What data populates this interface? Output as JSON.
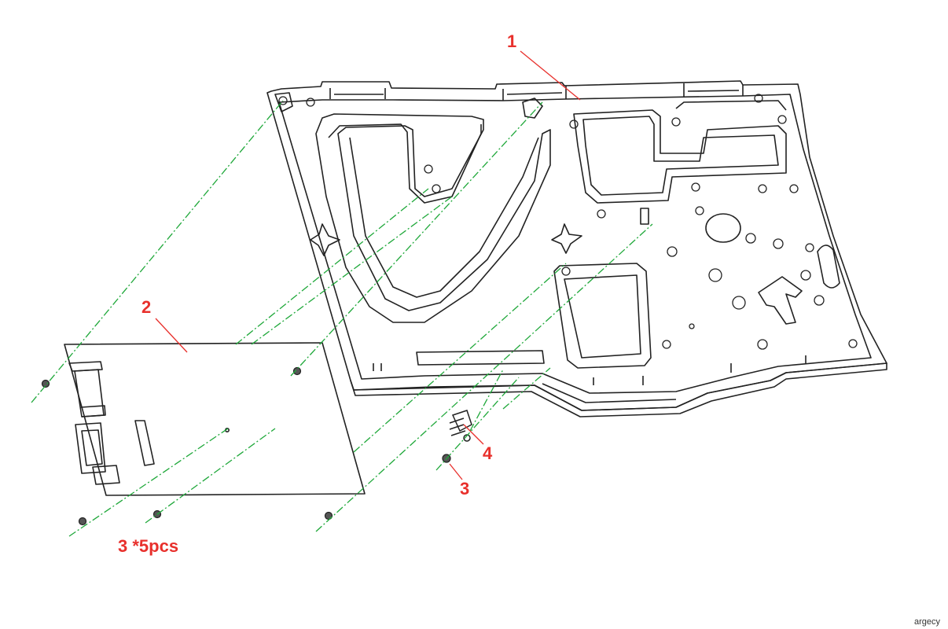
{
  "colors": {
    "line": "#222222",
    "guide": "#1fa83a",
    "callout": "#e8302c"
  },
  "callouts": {
    "part_1": "1",
    "part_2": "2",
    "part_3_single": "3",
    "part_3_multi": "3 *5pcs",
    "part_4": "4"
  },
  "watermark": "argecy"
}
